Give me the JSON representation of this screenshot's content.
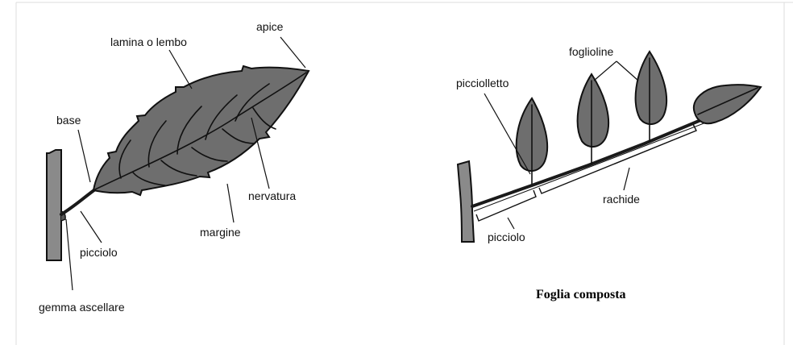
{
  "colors": {
    "background": "#ffffff",
    "leaf_fill": "#6e6e6e",
    "outline": "#111111",
    "frame_line": "#dcdcdc"
  },
  "simple_leaf": {
    "labels": {
      "apex": "apice",
      "blade": "lamina o lembo",
      "base": "base",
      "vein": "nervatura",
      "margin": "margine",
      "petiole": "picciolo",
      "axillary_bud": "gemma ascellare"
    }
  },
  "compound_leaf": {
    "labels": {
      "leaflets": "foglioline",
      "petiolule": "picciolletto",
      "rachis": "rachide",
      "petiole": "picciolo"
    },
    "caption": "Foglia composta"
  }
}
